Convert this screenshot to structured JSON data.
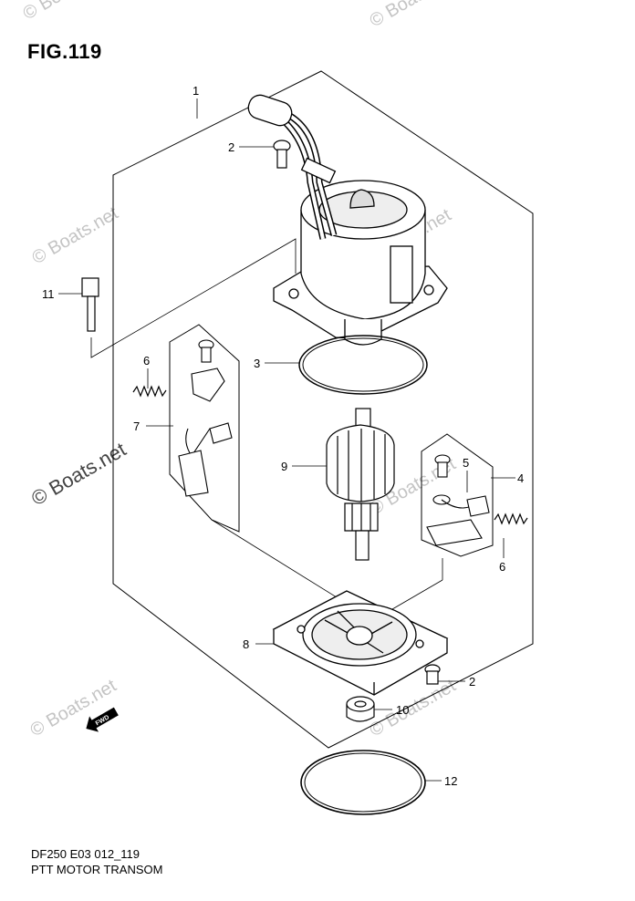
{
  "figure": {
    "title": "FIG.119"
  },
  "footer": {
    "code": "DF250 E03 012_119",
    "name": "PTT MOTOR TRANSOM"
  },
  "callouts": [
    "1",
    "2",
    "3",
    "4",
    "5",
    "6",
    "6",
    "7",
    "8",
    "9",
    "10",
    "11",
    "12",
    "2"
  ],
  "direction_label": "FWD",
  "watermark": "© Boats.net"
}
